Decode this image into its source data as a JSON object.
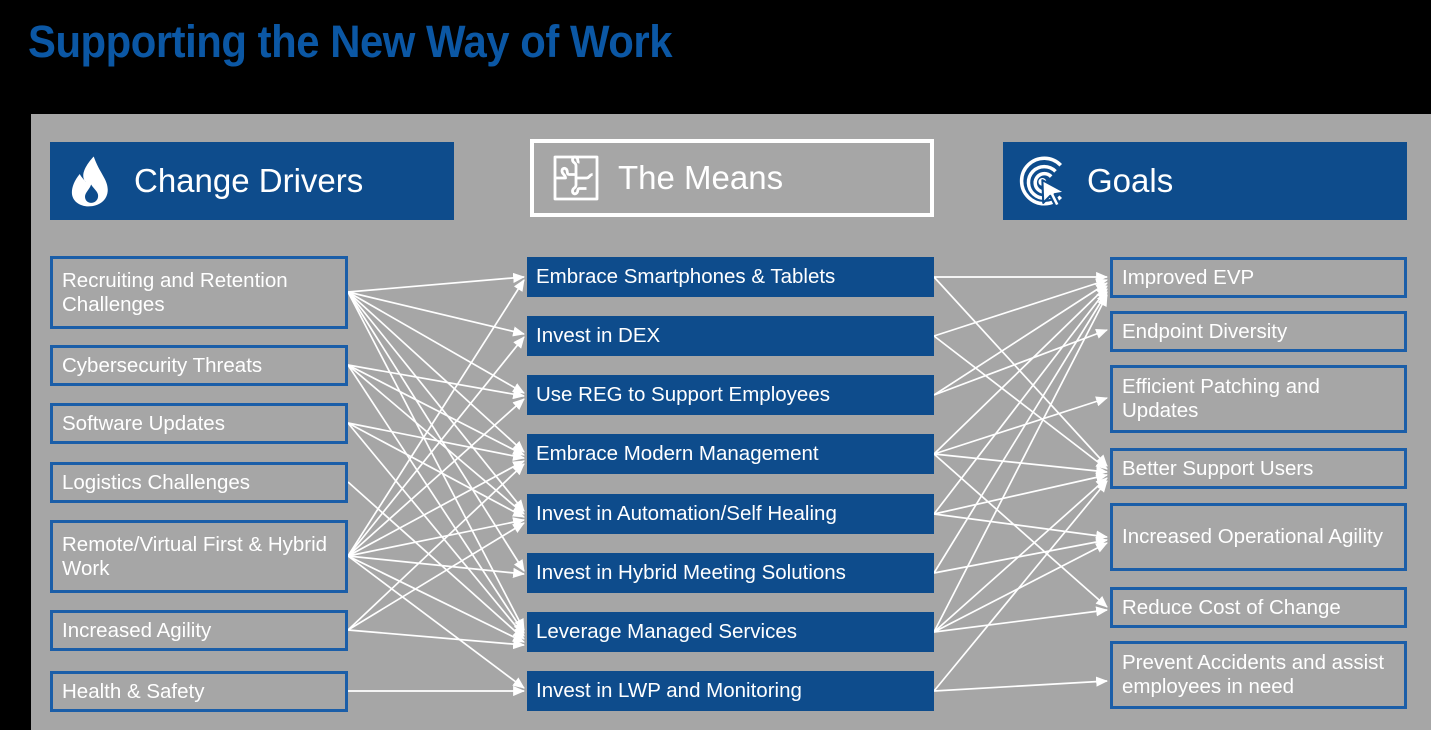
{
  "title": "Supporting the New Way of Work",
  "colors": {
    "title_blue": "#0b57a4",
    "box_fill_blue": "#0e4c8c",
    "box_border_blue": "#1b5ea8",
    "panel_gray": "#a6a6a6",
    "text_white": "#ffffff",
    "background": "#000000"
  },
  "columns": {
    "drivers": {
      "header": {
        "label": "Change Drivers",
        "icon": "flame-icon",
        "style": "filled"
      },
      "items": [
        {
          "label": "Recruiting and Retention Challenges"
        },
        {
          "label": "Cybersecurity Threats"
        },
        {
          "label": "Software Updates"
        },
        {
          "label": "Logistics Challenges"
        },
        {
          "label": "Remote/Virtual First & Hybrid Work"
        },
        {
          "label": "Increased Agility"
        },
        {
          "label": "Health & Safety"
        }
      ]
    },
    "means": {
      "header": {
        "label": "The Means",
        "icon": "puzzle-icon",
        "style": "outlined"
      },
      "items": [
        {
          "label": "Embrace Smartphones & Tablets"
        },
        {
          "label": "Invest in DEX"
        },
        {
          "label": "Use REG to Support Employees"
        },
        {
          "label": "Embrace Modern Management"
        },
        {
          "label": "Invest in Automation/Self Healing"
        },
        {
          "label": "Invest in Hybrid Meeting Solutions"
        },
        {
          "label": "Leverage Managed Services"
        },
        {
          "label": "Invest in LWP and Monitoring"
        }
      ]
    },
    "goals": {
      "header": {
        "label": "Goals",
        "icon": "target-cursor-icon",
        "style": "filled"
      },
      "items": [
        {
          "label": "Improved EVP"
        },
        {
          "label": "Endpoint Diversity"
        },
        {
          "label": "Efficient Patching and Updates"
        },
        {
          "label": "Better Support Users"
        },
        {
          "label": "Increased Operational Agility"
        },
        {
          "label": "Reduce Cost of Change"
        },
        {
          "label": "Prevent Accidents and assist employees in need"
        }
      ]
    }
  },
  "chart_data": {
    "type": "diagram",
    "title": "Supporting the New Way of Work",
    "layout": "three-column flow: Change Drivers -> The Means -> Goals",
    "nodes": {
      "drivers": [
        "Recruiting and Retention Challenges",
        "Cybersecurity Threats",
        "Software Updates",
        "Logistics Challenges",
        "Remote/Virtual First & Hybrid Work",
        "Increased Agility",
        "Health & Safety"
      ],
      "means": [
        "Embrace Smartphones & Tablets",
        "Invest in DEX",
        "Use REG to Support Employees",
        "Embrace Modern Management",
        "Invest in Automation/Self Healing",
        "Invest in Hybrid Meeting Solutions",
        "Leverage Managed Services",
        "Invest in LWP and Monitoring"
      ],
      "goals": [
        "Improved EVP",
        "Endpoint Diversity",
        "Efficient Patching and Updates",
        "Better Support Users",
        "Increased Operational Agility",
        "Reduce Cost of Change",
        "Prevent Accidents and assist employees in need"
      ]
    },
    "edges_drivers_to_means": [
      [
        0,
        0
      ],
      [
        0,
        1
      ],
      [
        0,
        2
      ],
      [
        0,
        3
      ],
      [
        0,
        4
      ],
      [
        0,
        5
      ],
      [
        0,
        6
      ],
      [
        1,
        2
      ],
      [
        1,
        3
      ],
      [
        1,
        4
      ],
      [
        1,
        6
      ],
      [
        2,
        3
      ],
      [
        2,
        4
      ],
      [
        2,
        6
      ],
      [
        3,
        6
      ],
      [
        4,
        0
      ],
      [
        4,
        1
      ],
      [
        4,
        2
      ],
      [
        4,
        3
      ],
      [
        4,
        4
      ],
      [
        4,
        5
      ],
      [
        4,
        6
      ],
      [
        4,
        7
      ],
      [
        5,
        3
      ],
      [
        5,
        4
      ],
      [
        5,
        6
      ],
      [
        6,
        7
      ]
    ],
    "edges_means_to_goals": [
      [
        0,
        0
      ],
      [
        0,
        3
      ],
      [
        1,
        0
      ],
      [
        1,
        3
      ],
      [
        2,
        0
      ],
      [
        2,
        1
      ],
      [
        3,
        0
      ],
      [
        3,
        2
      ],
      [
        3,
        3
      ],
      [
        3,
        5
      ],
      [
        4,
        0
      ],
      [
        4,
        3
      ],
      [
        4,
        4
      ],
      [
        5,
        0
      ],
      [
        5,
        4
      ],
      [
        6,
        0
      ],
      [
        6,
        3
      ],
      [
        6,
        4
      ],
      [
        6,
        5
      ],
      [
        7,
        3
      ],
      [
        7,
        6
      ]
    ]
  }
}
